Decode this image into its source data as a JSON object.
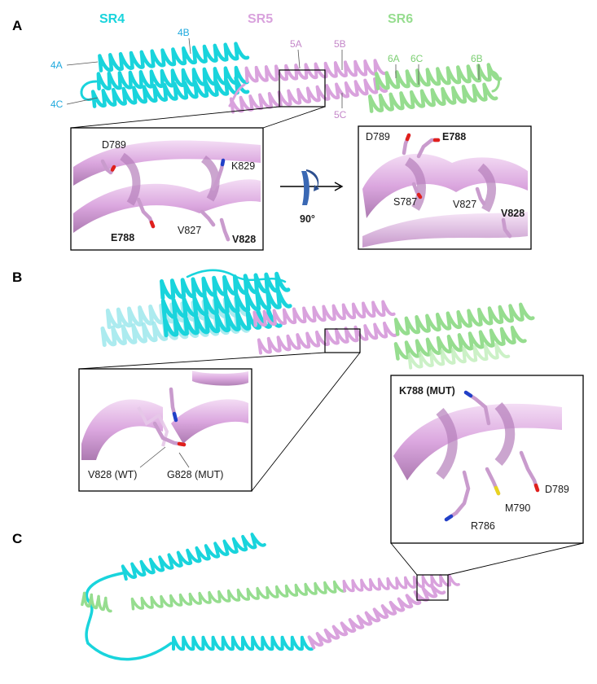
{
  "figure": {
    "panel_a": {
      "letter": "A",
      "domains": [
        {
          "name": "SR4",
          "color": "#19d4dc"
        },
        {
          "name": "SR5",
          "color": "#d9a2dd"
        },
        {
          "name": "SR6",
          "color": "#96dd8f"
        }
      ],
      "helix_labels": [
        "4A",
        "4B",
        "4C",
        "5A",
        "5B",
        "5C",
        "6A",
        "6C",
        "6B"
      ],
      "zoom_left_labels": [
        "D789",
        "K829",
        "E788",
        "V827",
        "V828"
      ],
      "rotation_label": "90°",
      "zoom_right_labels": [
        "D789",
        "E788",
        "S787",
        "V827",
        "V828"
      ]
    },
    "panel_b": {
      "letter": "B",
      "zoom_left_labels": [
        "V828 (WT)",
        "G828 (MUT)"
      ]
    },
    "panel_c": {
      "letter": "C",
      "zoom_labels": [
        "K788 (MUT)",
        "D789",
        "M790",
        "R786"
      ]
    },
    "colors": {
      "sr4": "#19d4dc",
      "sr4_pale": "#9de8ec",
      "sr5": "#d9a2dd",
      "sr5_dark": "#b57fbb",
      "sr6": "#96dd8f",
      "oxygen": "#e0201c",
      "nitrogen": "#2140c8",
      "sulfur": "#e8d320",
      "arrow": "#3a68b4"
    }
  }
}
